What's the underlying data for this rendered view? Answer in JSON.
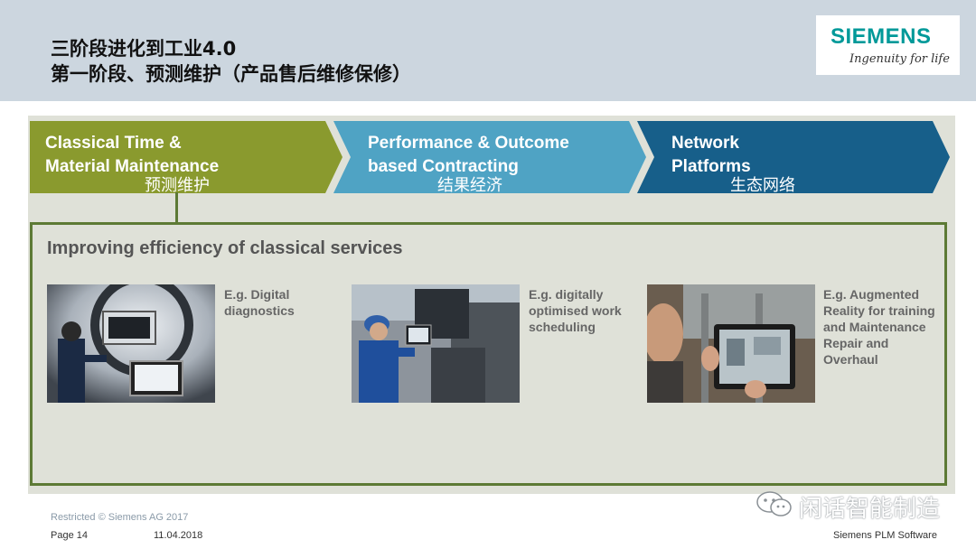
{
  "slide": {
    "title_line1": "三阶段进化到工业4.0",
    "title_line2": "第一阶段、预测维护（产品售后维修保修）"
  },
  "logo": {
    "wordmark": "SIEMENS",
    "tagline": "Ingenuity for life",
    "color": "#009999"
  },
  "stages": [
    {
      "line1": "Classical Time &",
      "line2": "Material Maintenance",
      "cn": "预测维护",
      "color": "#8a9a2e"
    },
    {
      "line1": "Performance & Outcome",
      "line2": "based Contracting",
      "cn": "结果经济",
      "color": "#4fa3c4"
    },
    {
      "line1": "Network",
      "line2": "Platforms",
      "cn": "生态网络",
      "color": "#175f8a"
    }
  ],
  "content": {
    "heading": "Improving efficiency of classical services",
    "examples": [
      {
        "lines": [
          "E.g. Digital",
          "diagnostics"
        ],
        "image": "technician-diagnostics-photo"
      },
      {
        "lines": [
          "E.g. digitally",
          "optimised work",
          "scheduling"
        ],
        "image": "worker-scheduling-photo"
      },
      {
        "lines": [
          "E.g. Augmented",
          "Reality for training",
          "and Maintenance",
          "Repair and",
          "Overhaul"
        ],
        "image": "augmented-reality-tablet-photo"
      }
    ]
  },
  "footer": {
    "restricted": "Restricted © Siemens AG 2017",
    "page": "Page 14",
    "date": "11.04.2018",
    "company": "Siemens PLM Software"
  },
  "watermark": {
    "text": "闲话智能制造",
    "icon": "wechat-icon"
  }
}
